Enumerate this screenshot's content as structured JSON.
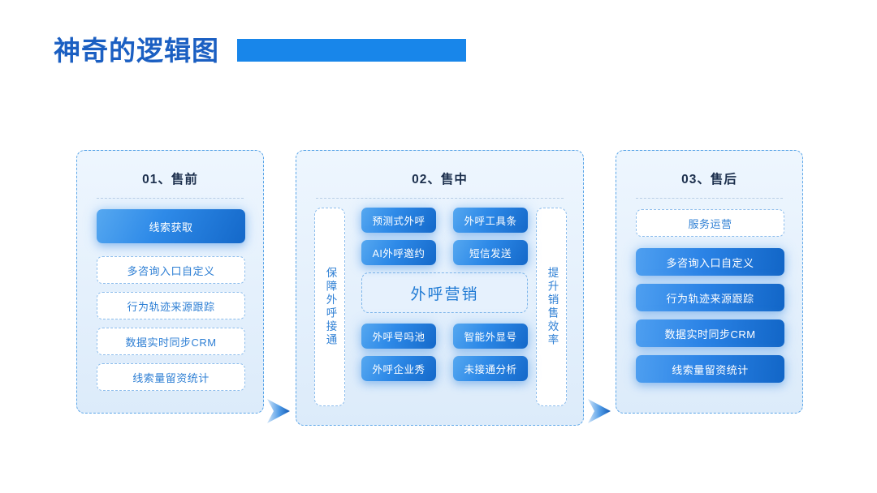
{
  "title": {
    "text": "神奇的逻辑图",
    "accent_color": "#1886ea",
    "text_color": "#1b5fc2"
  },
  "columns": [
    {
      "id": "pre-sale",
      "header": "01、售前",
      "hero": "线索获取",
      "cards": [
        "多咨询入口自定义",
        "行为轨迹来源跟踪",
        "数据实时同步CRM",
        "线索量留资统计"
      ]
    },
    {
      "id": "in-sale",
      "header": "02、售中",
      "left_label": "保障外呼接通",
      "right_label": "提升销售效率",
      "top_chips": [
        "预测式外呼",
        "外呼工具条",
        "AI外呼邀约",
        "短信发送"
      ],
      "center_label": "外呼营销",
      "bottom_chips": [
        "外呼号吗池",
        "智能外显号",
        "外呼企业秀",
        "未接通分析"
      ]
    },
    {
      "id": "after-sale",
      "header": "03、售后",
      "card": "服务运营",
      "chips": [
        "多咨询入口自定义",
        "行为轨迹来源跟踪",
        "数据实时同步CRM",
        "线索量留资统计"
      ]
    }
  ],
  "arrows": {
    "first": "arrow-right-icon",
    "second": "arrow-right-icon"
  }
}
